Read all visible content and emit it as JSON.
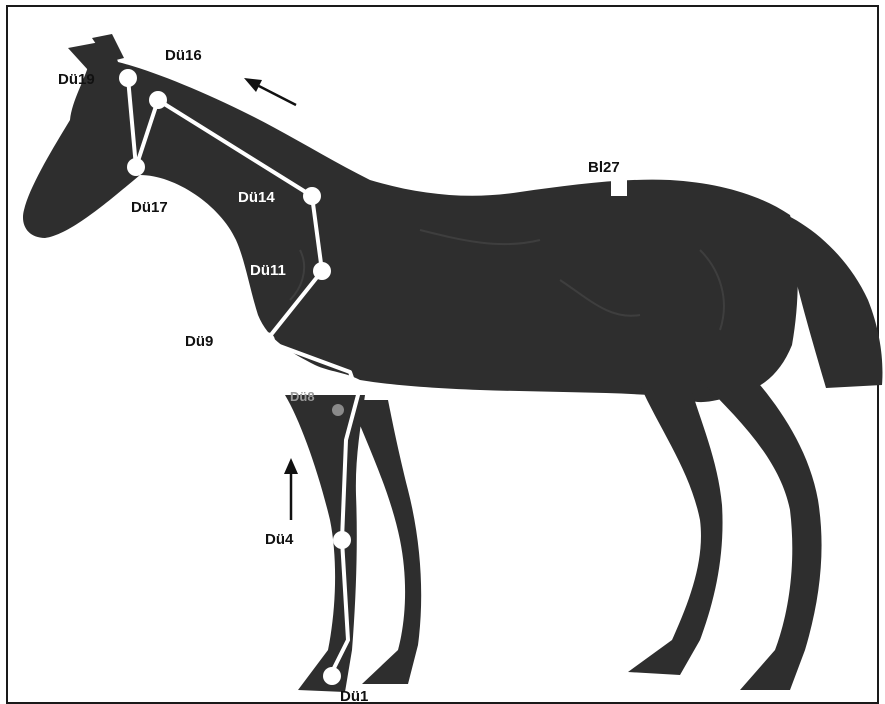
{
  "figure": {
    "colors": {
      "background": "#ffffff",
      "horse": "#2e2e2e",
      "horse_shade": "#1f1f1f",
      "meridian": "#ffffff",
      "label": "#111111",
      "label_inverse": "#ffffff",
      "label_faint": "#9a9a9a"
    },
    "points": [
      {
        "id": "du19",
        "label": "Dü19"
      },
      {
        "id": "du16",
        "label": "Dü16"
      },
      {
        "id": "du17",
        "label": "Dü17"
      },
      {
        "id": "du14",
        "label": "Dü14"
      },
      {
        "id": "du11",
        "label": "Dü11"
      },
      {
        "id": "du9",
        "label": "Dü9"
      },
      {
        "id": "du8",
        "label": "Dü8"
      },
      {
        "id": "du4",
        "label": "Dü4"
      },
      {
        "id": "du1",
        "label": "Dü1"
      },
      {
        "id": "bl27",
        "label": "Bl27"
      }
    ],
    "arrows": [
      {
        "id": "neck-direction-arrow",
        "icon": "arrow-up-left-icon"
      },
      {
        "id": "leg-direction-arrow",
        "icon": "arrow-up-icon"
      }
    ]
  }
}
